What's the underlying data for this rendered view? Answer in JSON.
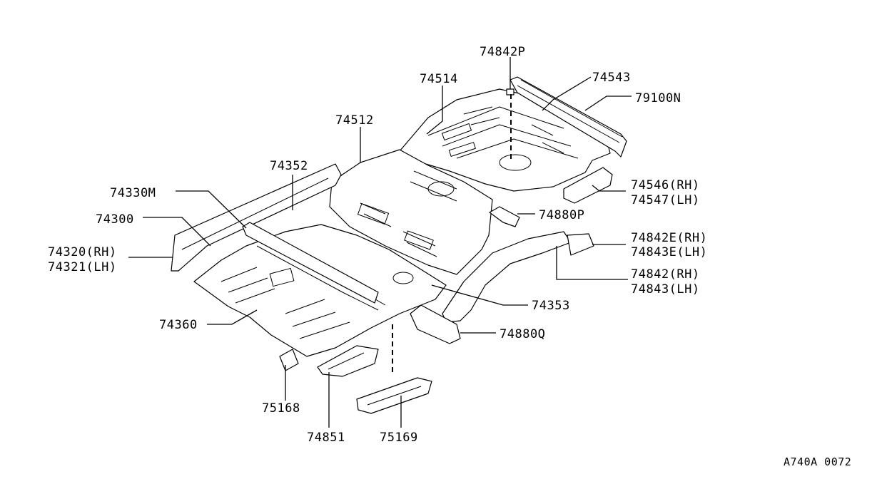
{
  "labels": {
    "p74842P": "74842P",
    "p74514": "74514",
    "p74543": "74543",
    "p79100N": "79100N",
    "p74512": "74512",
    "p74352": "74352",
    "p74330M": "74330M",
    "p74300": "74300",
    "p74320": "74320(RH)",
    "p74321": "74321(LH)",
    "p74546": "74546(RH)",
    "p74547": "74547(LH)",
    "p74880P": "74880P",
    "p74842E": "74842E(RH)",
    "p74843E": "74843E(LH)",
    "p74842": "74842(RH)",
    "p74843": "74843(LH)",
    "p74353": "74353",
    "p74360": "74360",
    "p74880Q": "74880Q",
    "p75168": "75168",
    "p74851": "74851",
    "p75169": "75169"
  },
  "figure_code": "A740A 0072"
}
